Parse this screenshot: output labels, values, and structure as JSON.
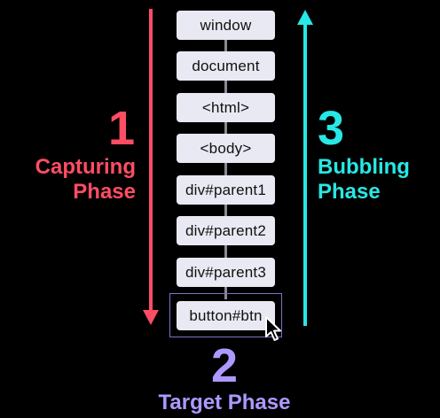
{
  "nodes": [
    {
      "label": "window"
    },
    {
      "label": "document"
    },
    {
      "label": "<html>"
    },
    {
      "label": "<body>"
    },
    {
      "label": "div#parent1"
    },
    {
      "label": "div#parent2"
    },
    {
      "label": "div#parent3"
    },
    {
      "label": "button#btn"
    }
  ],
  "phases": {
    "capturing": {
      "number": "1",
      "line1": "Capturing",
      "line2": "Phase",
      "color": "#ff4d63"
    },
    "target": {
      "number": "2",
      "label": "Target Phase",
      "color": "#ad98ff"
    },
    "bubbling": {
      "number": "3",
      "line1": "Bubbling",
      "line2": "Phase",
      "color": "#27e8e4"
    }
  },
  "colors": {
    "background": "#000000",
    "node_fill": "#e9e9f3",
    "connector": "#8a8a92",
    "target_highlight": "#7d72c9"
  },
  "icons": {
    "cursor": "mouse-pointer-icon"
  }
}
